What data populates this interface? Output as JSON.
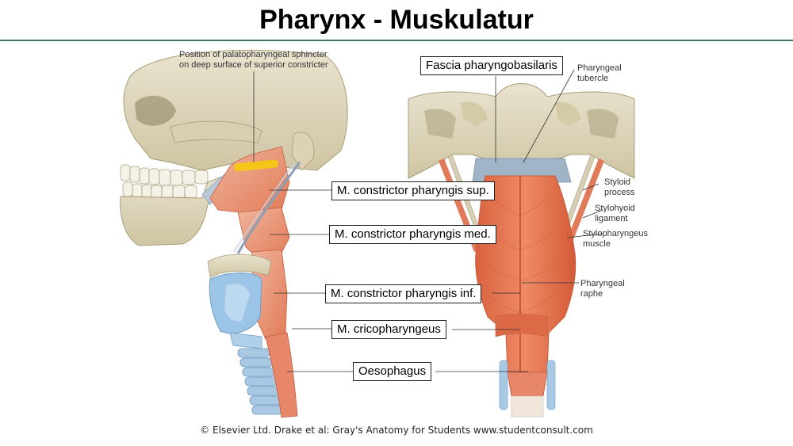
{
  "title": "Pharynx - Muskulatur",
  "labels": {
    "sup": "M. constrictor pharyngis sup.",
    "med": "M. constrictor pharyngis med.",
    "inf": "M. constrictor pharyngis inf.",
    "crico": "M. cricopharyngeus",
    "oeso": "Oesophagus",
    "fascia": "Fascia pharyngobasilaris"
  },
  "small_labels": {
    "sphincter_1": "Position of palatopharyngeal sphincter",
    "sphincter_2": "on deep surface of superior constricter",
    "tubercle_1": "Pharyngeal",
    "tubercle_2": "tubercle",
    "styloid_1": "Styloid",
    "styloid_2": "process",
    "stylohyoid_1": "Stylohyoid",
    "stylohyoid_2": "ligament",
    "stylopharyngeus_1": "Stylopharyngeus",
    "stylopharyngeus_2": "muscle",
    "raphe_1": "Pharyngeal",
    "raphe_2": "raphe"
  },
  "credit": "© Elsevier Ltd. Drake et al: Gray's Anatomy for Students www.studentconsult.com"
}
